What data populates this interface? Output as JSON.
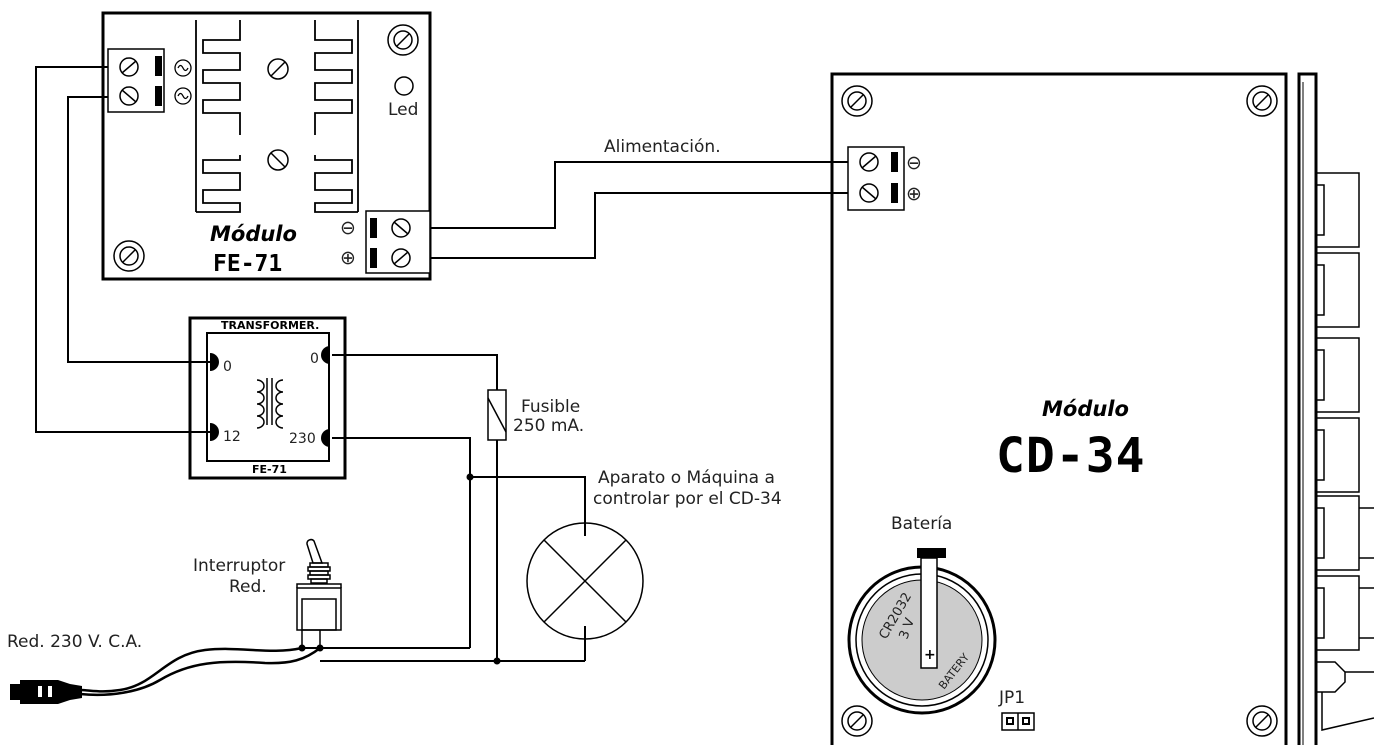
{
  "fe71_module": {
    "title": "Módulo",
    "code": "FE-71",
    "led_label": "Led",
    "minus_symbol": "⊖",
    "plus_symbol": "⊕"
  },
  "cd34_module": {
    "title": "Módulo",
    "code": "CD-34",
    "minus_symbol": "⊖",
    "plus_symbol": "⊕",
    "battery_label": "Batería",
    "battery_model": "CR2032",
    "battery_voltage": "3 V",
    "battery_text": "BATERY",
    "battery_plus": "+",
    "jumper_label": "JP1"
  },
  "transformer": {
    "title": "TRANSFORMER.",
    "model": "FE-71",
    "terminal_0_left": "0",
    "terminal_12": "12",
    "terminal_0_right": "0",
    "terminal_230": "230"
  },
  "labels": {
    "power": "Alimentación.",
    "fuse_line1": "Fusible",
    "fuse_line2": "250 mA.",
    "device_line1": "Aparato o Máquina a",
    "device_line2": "controlar por el CD-34",
    "switch_line1": "Interruptor",
    "switch_line2": "Red.",
    "mains": "Red. 230 V. C.A."
  }
}
